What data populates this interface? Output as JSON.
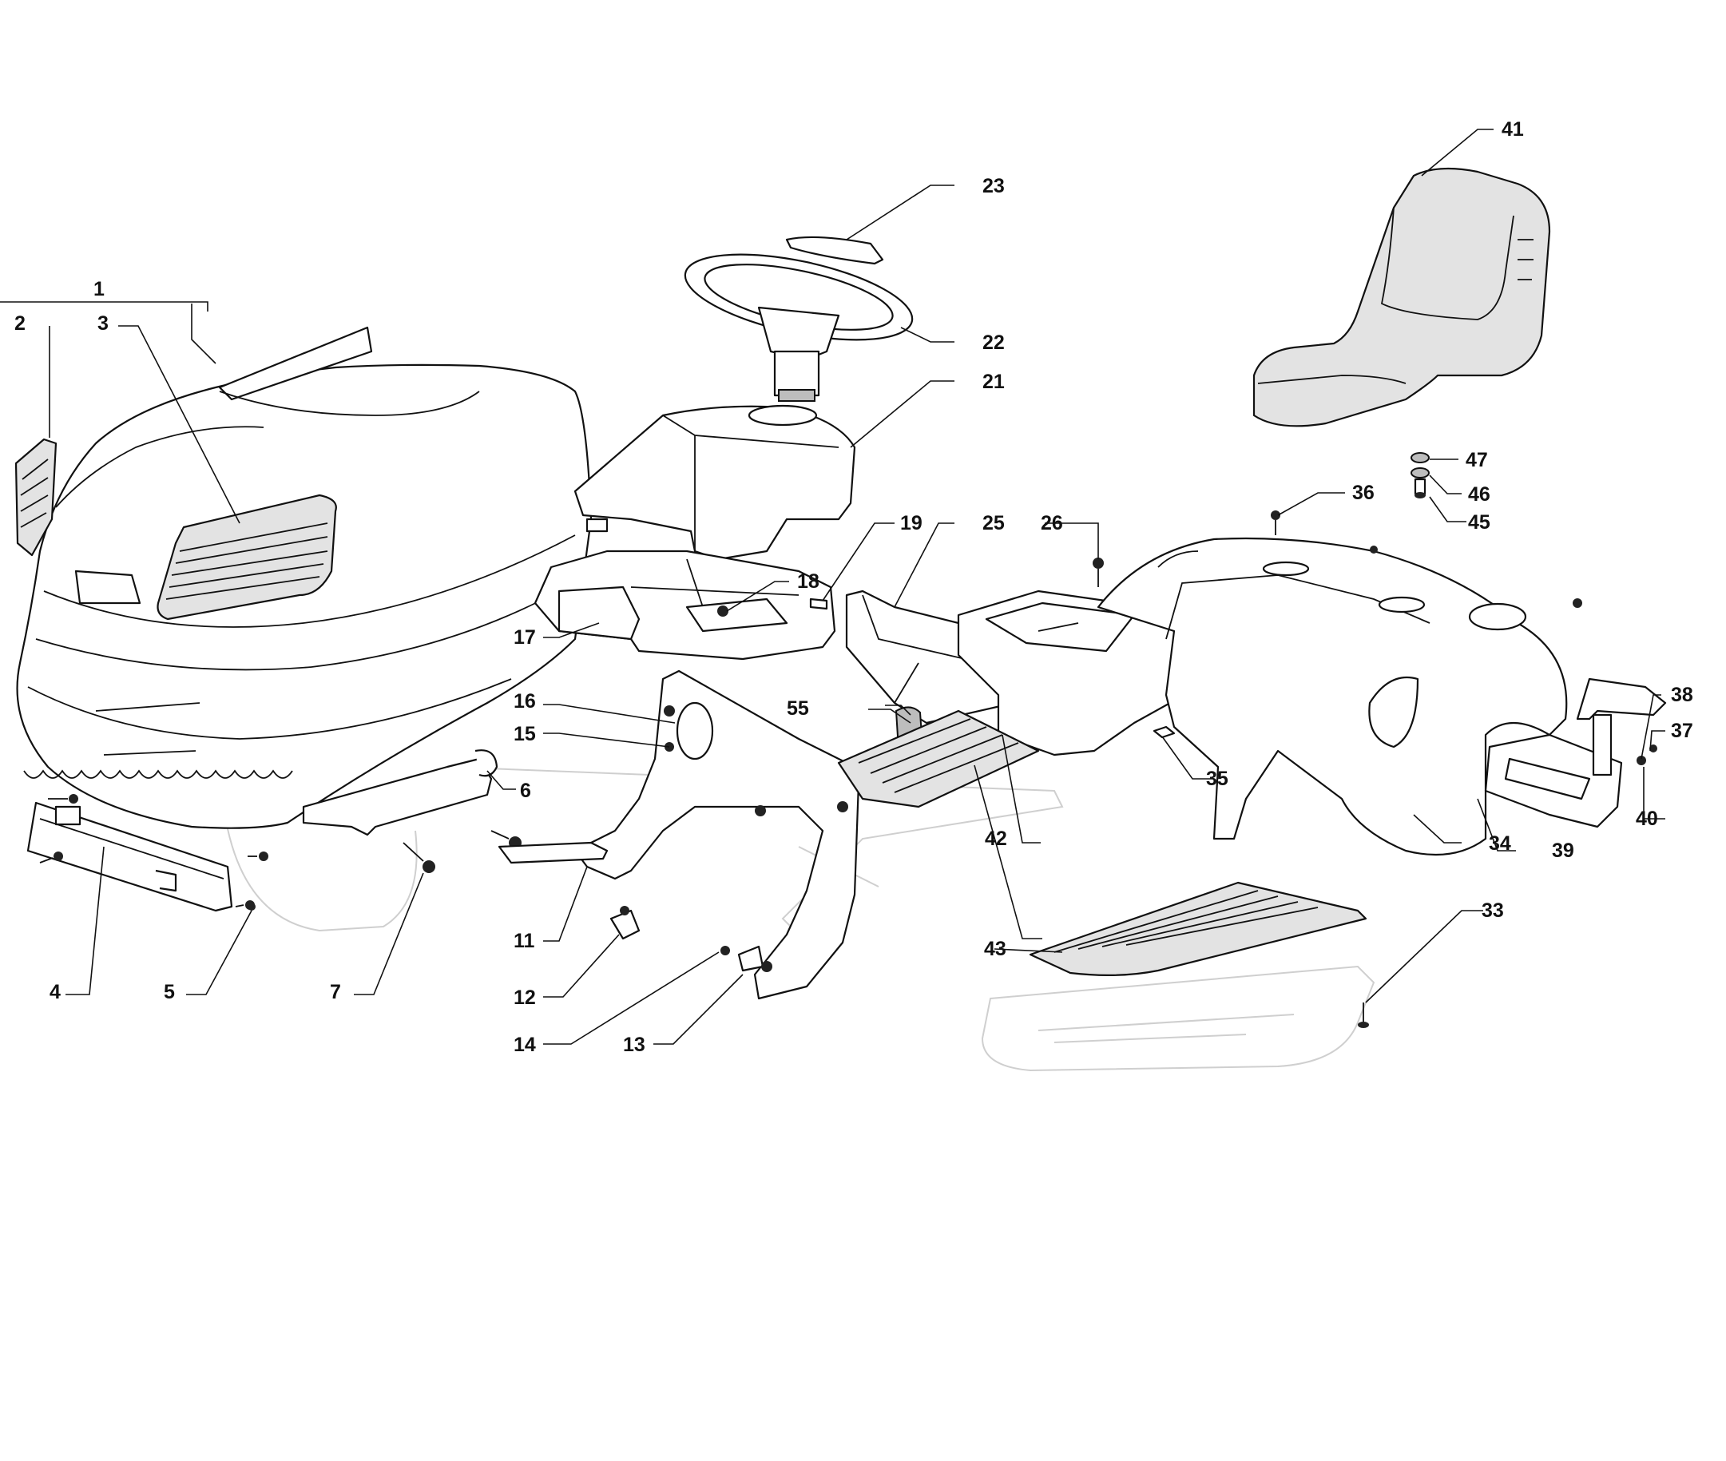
{
  "callouts": {
    "c1": "1",
    "c2": "2",
    "c3": "3",
    "c4": "4",
    "c5": "5",
    "c6": "6",
    "c7": "7",
    "c11": "11",
    "c12": "12",
    "c13": "13",
    "c14": "14",
    "c15": "15",
    "c16": "16",
    "c17": "17",
    "c18": "18",
    "c19": "19",
    "c21": "21",
    "c22": "22",
    "c23": "23",
    "c25": "25",
    "c26": "26",
    "c33": "33",
    "c34": "34",
    "c35": "35",
    "c36": "36",
    "c37": "37",
    "c38": "38",
    "c39": "39",
    "c40": "40",
    "c41": "41",
    "c42": "42",
    "c43": "43",
    "c45": "45",
    "c46": "46",
    "c47": "47",
    "c55": "55"
  }
}
